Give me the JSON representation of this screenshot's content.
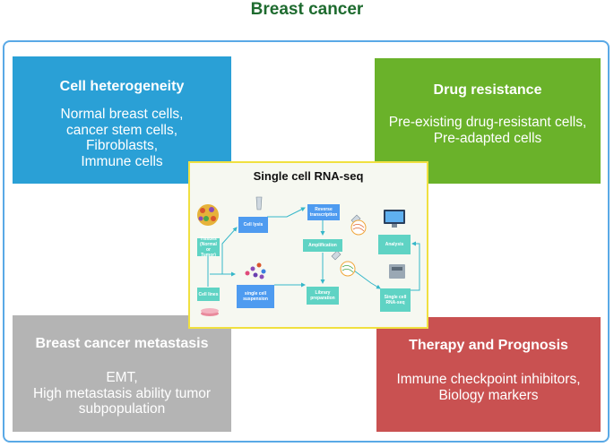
{
  "title": "Breast cancer",
  "quadrants": {
    "cell_heterogeneity": {
      "title": "Cell heterogeneity",
      "lines": [
        "Normal breast cells,",
        "cancer stem cells,",
        "Fibroblasts,",
        "Immune cells"
      ],
      "color": "#2aa0d6"
    },
    "drug_resistance": {
      "title": "Drug resistance",
      "lines": [
        "Pre-existing drug-resistant cells,",
        "Pre-adapted cells"
      ],
      "color": "#6ab22a"
    },
    "metastasis": {
      "title": "Breast cancer metastasis",
      "lines": [
        "EMT,",
        "High metastasis ability tumor",
        "subpopulation"
      ],
      "color": "#b4b4b4"
    },
    "therapy": {
      "title": "Therapy and Prognosis",
      "lines": [
        "Immune checkpoint inhibitors,",
        "Biology markers"
      ],
      "color": "#c95151"
    }
  },
  "center": {
    "title": "Single cell RNA-seq",
    "nodes": {
      "tissues": "Tissues (Normal or Tumor)",
      "cell_lines": "Cell lines",
      "cell_lysis": "Cell lysis",
      "suspension": "single cell suspension",
      "reverse_transcription": "Reverse transcription",
      "amplification": "Amplification",
      "library_preparation": "Library preparation",
      "analysis": "Analysis",
      "single_cell_rnaseq": "Single cell RNA-seq"
    }
  },
  "colors": {
    "frame": "#5aa9e6",
    "title": "#1e6b2f",
    "center_border": "#f0e040",
    "node": "#4e9bf0",
    "node_teal": "#5fd3c4"
  }
}
